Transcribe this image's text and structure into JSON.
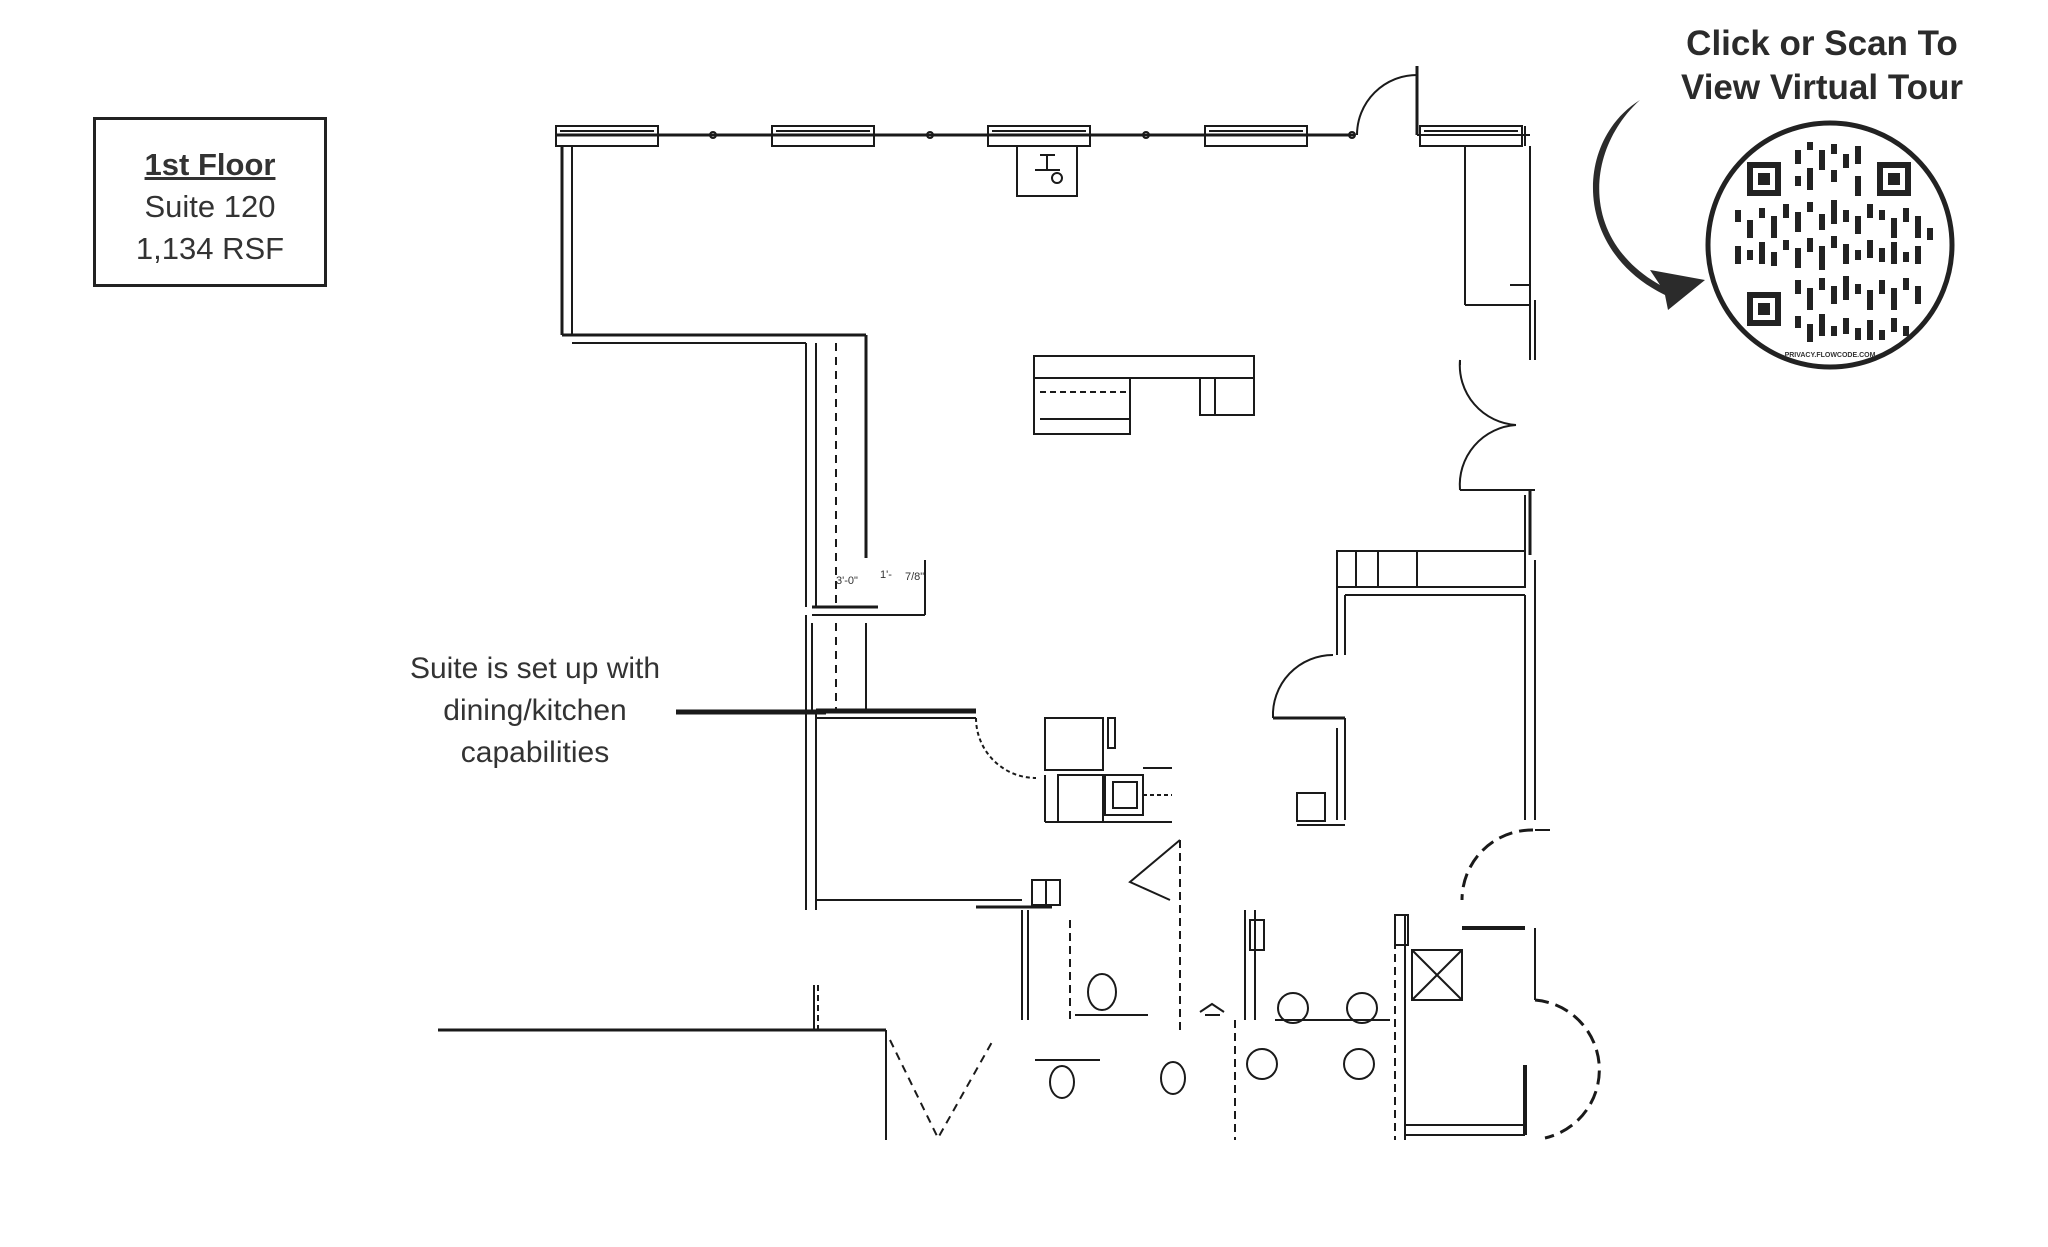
{
  "info_box": {
    "floor": "1st Floor",
    "suite": "Suite 120",
    "area": "1,134 RSF"
  },
  "virtual_tour": {
    "line1": "Click or Scan To",
    "line2": "View Virtual Tour",
    "qr_caption": "PRIVACY.FLOWCODE.COM"
  },
  "callout": {
    "line1": "Suite is set up with",
    "line2": "dining/kitchen",
    "line3": "capabilities"
  },
  "dimensions": {
    "d1": "3'-0\"",
    "d2": "1'-",
    "d3": "7/8\""
  },
  "colors": {
    "line": "#1a1a1a",
    "text": "#333333"
  }
}
